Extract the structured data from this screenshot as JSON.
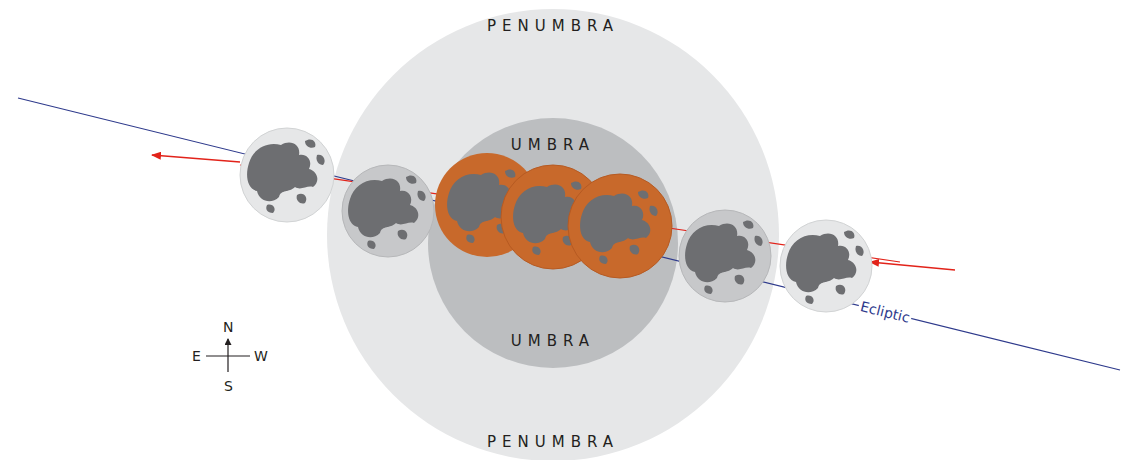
{
  "diagram": {
    "nodes": [
      {
        "text": [
          "PENUMBRA",
          "PENUMBRA"
        ]
      },
      {
        "text": [
          "UMBRA",
          "UMBRA"
        ],
        "in": 0
      }
    ],
    "labels": [
      "Ecliptic",
      "N",
      "E",
      "W",
      "S"
    ]
  }
}
